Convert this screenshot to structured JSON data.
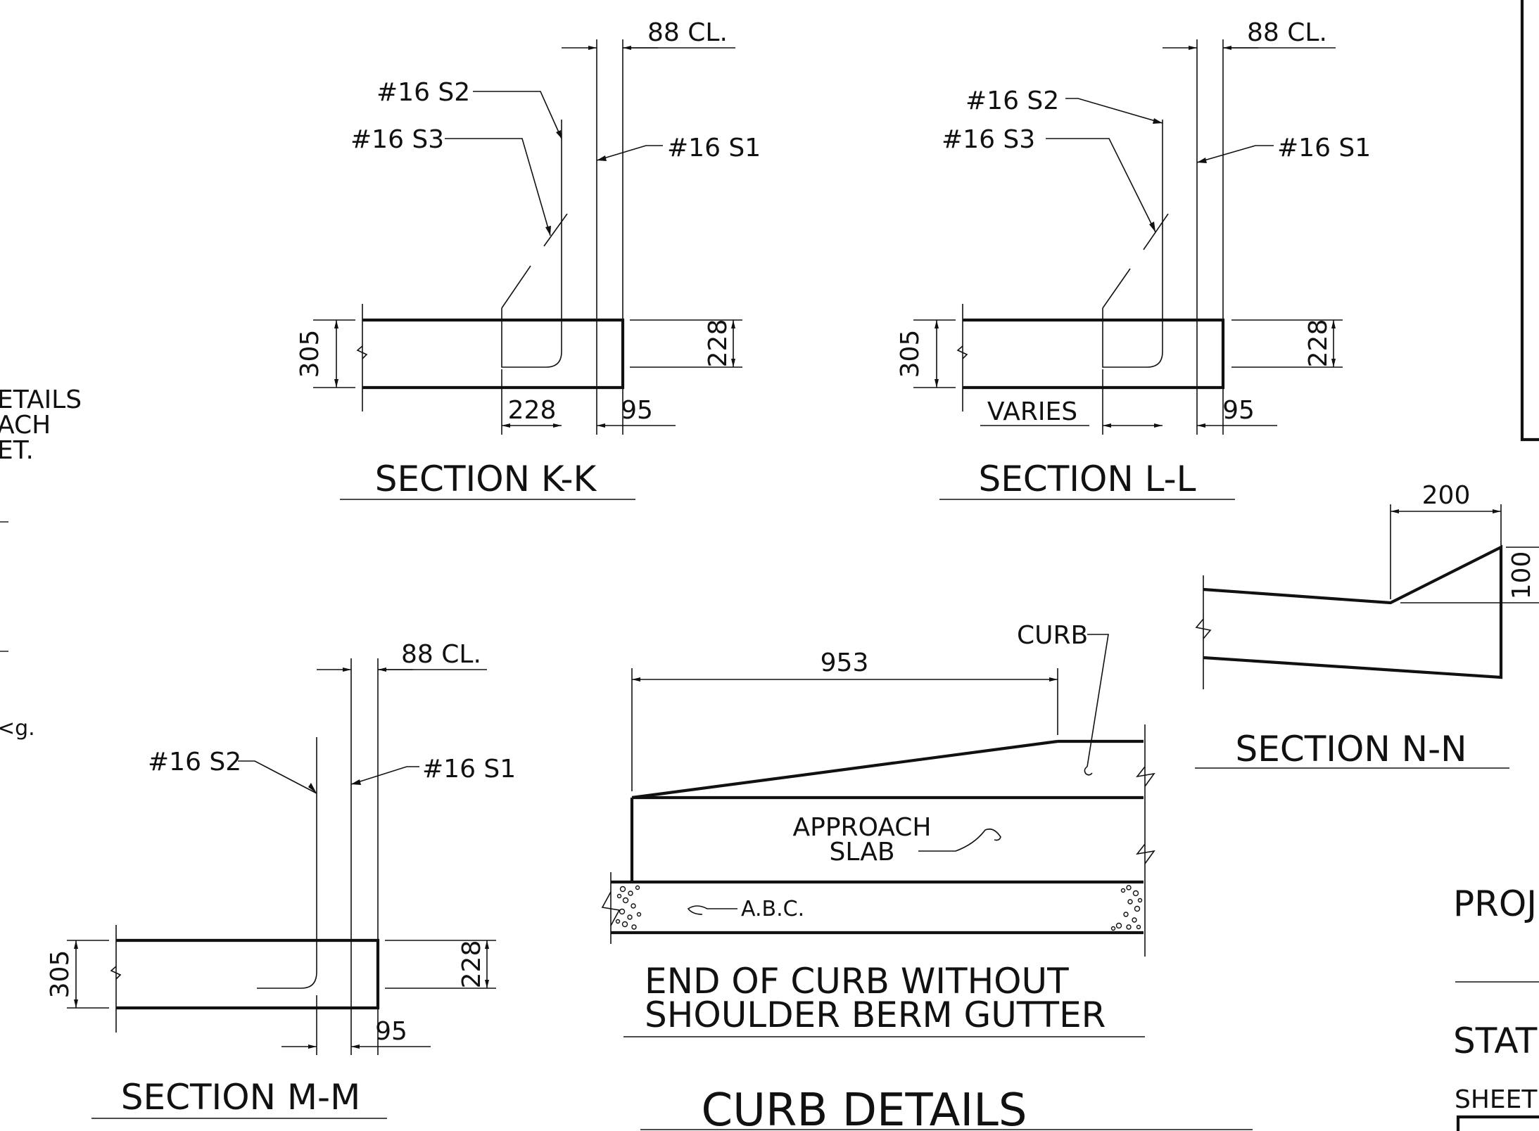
{
  "sheet_title": "CURB DETAILS",
  "left_edge_note": [
    "ETAILS",
    "ACH",
    "ET."
  ],
  "left_edge_kg": "<g.",
  "section_kk": {
    "title": "SECTION K-K",
    "clear_label": "88 CL.",
    "bar_s2": "#16 S2",
    "bar_s3": "#16 S3",
    "bar_s1": "#16 S1",
    "dim_305": "305",
    "dim_228_vert": "228",
    "dim_228_horiz": "228",
    "dim_95": "95"
  },
  "section_ll": {
    "title": "SECTION L-L",
    "clear_label": "88 CL.",
    "bar_s2": "#16 S2",
    "bar_s3": "#16 S3",
    "bar_s1": "#16 S1",
    "dim_305": "305",
    "dim_228_vert": "228",
    "dim_varies": "VARIES",
    "dim_95": "95"
  },
  "section_mm": {
    "title": "SECTION M-M",
    "clear_label": "88 CL.",
    "bar_s2": "#16 S2",
    "bar_s1": "#16 S1",
    "dim_305": "305",
    "dim_228_vert": "228",
    "dim_95": "95"
  },
  "section_nn": {
    "title": "SECTION N-N",
    "dim_200": "200",
    "dim_100": "100"
  },
  "end_of_curb": {
    "title_line1": "END OF CURB WITHOUT",
    "title_line2": "SHOULDER BERM GUTTER",
    "dim_953": "953",
    "curb_label": "CURB",
    "slab_label_1": "APPROACH",
    "slab_label_2": "SLAB",
    "abc_label": "A.B.C."
  },
  "title_block": {
    "proj_fragment": "PROJ",
    "stat_fragment": "STAT",
    "sheet_fragment": "SHEET"
  }
}
